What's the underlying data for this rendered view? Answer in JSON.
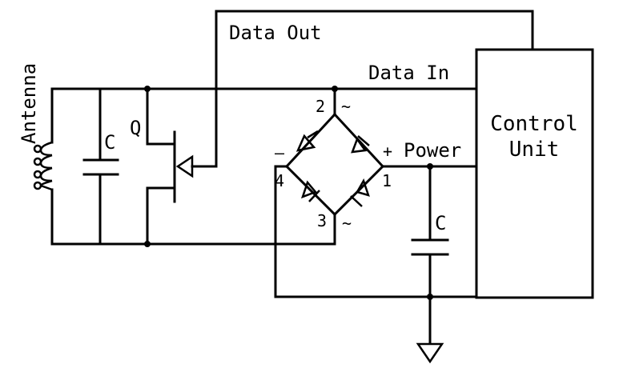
{
  "labels": {
    "data_out": "Data Out",
    "data_in": "Data In",
    "antenna": "Antenna",
    "cap_left": "C",
    "transistor": "Q",
    "power": "Power",
    "cap_right": "C",
    "control_unit_line1": "Control",
    "control_unit_line2": "Unit",
    "node_1": "1",
    "node_2": "2",
    "node_3": "3",
    "node_4": "4",
    "node_2_ac": "~",
    "node_3_ac": "~",
    "minus": "–",
    "plus": "+"
  }
}
